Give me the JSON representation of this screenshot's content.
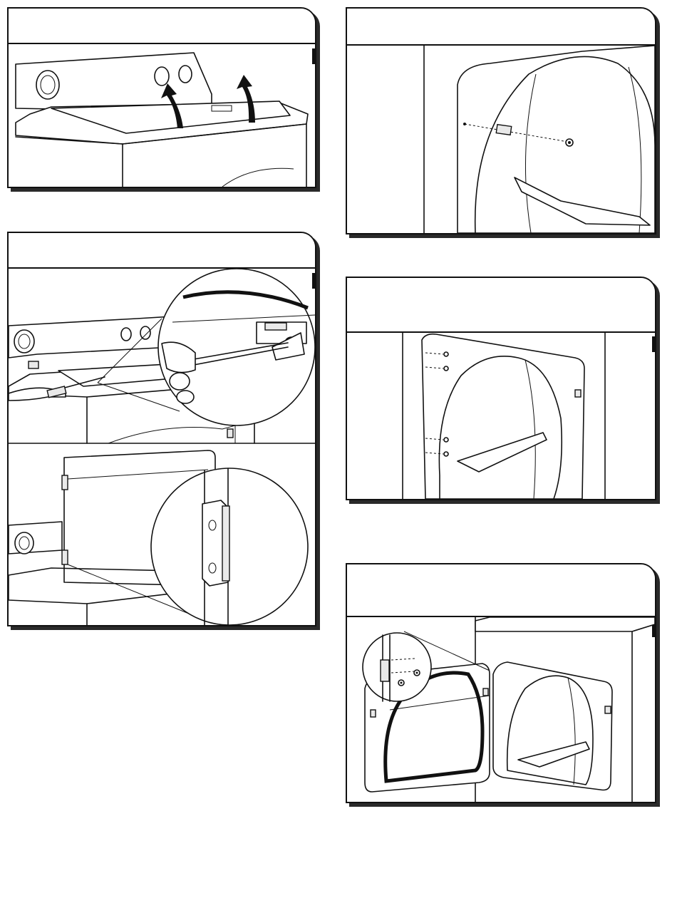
{
  "panels": [
    {
      "id": "step-1",
      "title": "",
      "illustration": "lift-dryer-top"
    },
    {
      "id": "step-2",
      "title": "",
      "illustration": "remove-door-strike-screw"
    },
    {
      "id": "step-3",
      "title": "",
      "illustration": "remove-hinge-screws"
    },
    {
      "id": "step-4",
      "title": "",
      "illustration": "move-plugs-to-opposite-side"
    },
    {
      "id": "step-5",
      "title": "",
      "illustration": "reattach-door-opposite-side"
    }
  ]
}
